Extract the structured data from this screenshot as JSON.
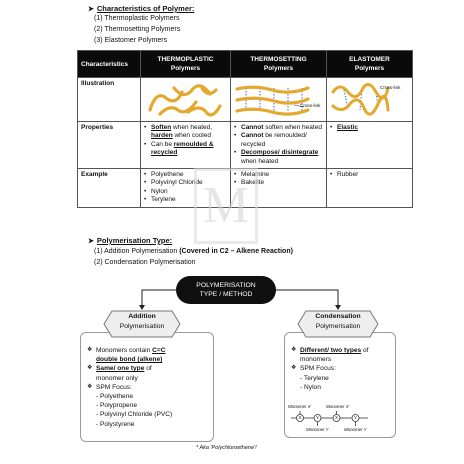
{
  "characteristics": {
    "arrow": "➤",
    "title": "Characteristics of Polymer:",
    "types": [
      "(1) Thermoplastic Polymers",
      "(2) Thermosetting Polymers",
      "(3) Elastomer Polymers"
    ]
  },
  "table": {
    "header": {
      "corner": "Characteristics",
      "col1": "THERMOPLASTIC",
      "col1_sub": "Polymers",
      "col2": "THERMOSETTING",
      "col2_sub": "Polymers",
      "col3": "ELASTOMER",
      "col3_sub": "Polymers"
    },
    "row_labels": {
      "illustration": "Illustration",
      "properties": "Properties",
      "example": "Example"
    },
    "illustration_labels": {
      "thermosetting": "Cross-link",
      "elastomer": "Cross-link"
    },
    "properties": {
      "thermoplastic": [
        {
          "bold": "Soften",
          "rest": " when heated, "
        },
        {
          "bold": "harden",
          "rest": " when cooled"
        },
        {
          "plain": "Can be ",
          "bold": "remoulded & recycled"
        }
      ],
      "thermosetting": [
        {
          "bold": "Cannot",
          "rest": " soften when heated"
        },
        {
          "bold": "Cannot",
          "rest": " be remoulded/ recycled"
        },
        {
          "bold": "Decompose/ disintegrate",
          "rest": " when heated"
        }
      ],
      "elastomer": [
        {
          "bold": "Elastic",
          "rest": ""
        }
      ]
    },
    "examples": {
      "thermoplastic": [
        "Polyethene",
        "Polyvinyl Chloride",
        "Nylon",
        "Terylene"
      ],
      "thermosetting": [
        "Melamine",
        "Bakelite"
      ],
      "elastomer": [
        "Rubber"
      ]
    }
  },
  "polymerisation": {
    "arrow": "➤",
    "title": "Polymerisation Type:",
    "line1_plain": "(1) Addition Polymerisation ",
    "line1_bold": "(Covered in C2 – Alkene Reaction)",
    "line2": "(2) Condensation Polymerisation"
  },
  "diagram": {
    "center_line1": "POLYMERISATION",
    "center_line2": "TYPE / METHOD",
    "addition": {
      "title": "Addition",
      "subtitle": "Polymerisation",
      "monomers_pre": "Monomers contain ",
      "monomers_bond": "C=C",
      "monomers_bond_desc": "double bond (alkene)",
      "same_bold": "Same/ one type",
      "same_rest": " of",
      "same_line2": "monomer only",
      "spm": "SPM Focus:",
      "focus": [
        "- Polyethene",
        "- Polypropene",
        "- Polyvinyl Chloride (PVC)",
        "- Polystyrene"
      ],
      "note": "* Aka 'Polychloroethene'!"
    },
    "condensation": {
      "title": "Condensation",
      "subtitle": "Polymerisation",
      "diff_bold": "Different/ two types",
      "diff_rest": " of",
      "diff_line2": "monomers",
      "spm": "SPM Focus:",
      "focus": [
        "- Terylene",
        "- Nylon"
      ],
      "monomer_x": "Monomer X",
      "monomer_y": "Monomer Y",
      "x": "X",
      "y": "Y"
    }
  }
}
